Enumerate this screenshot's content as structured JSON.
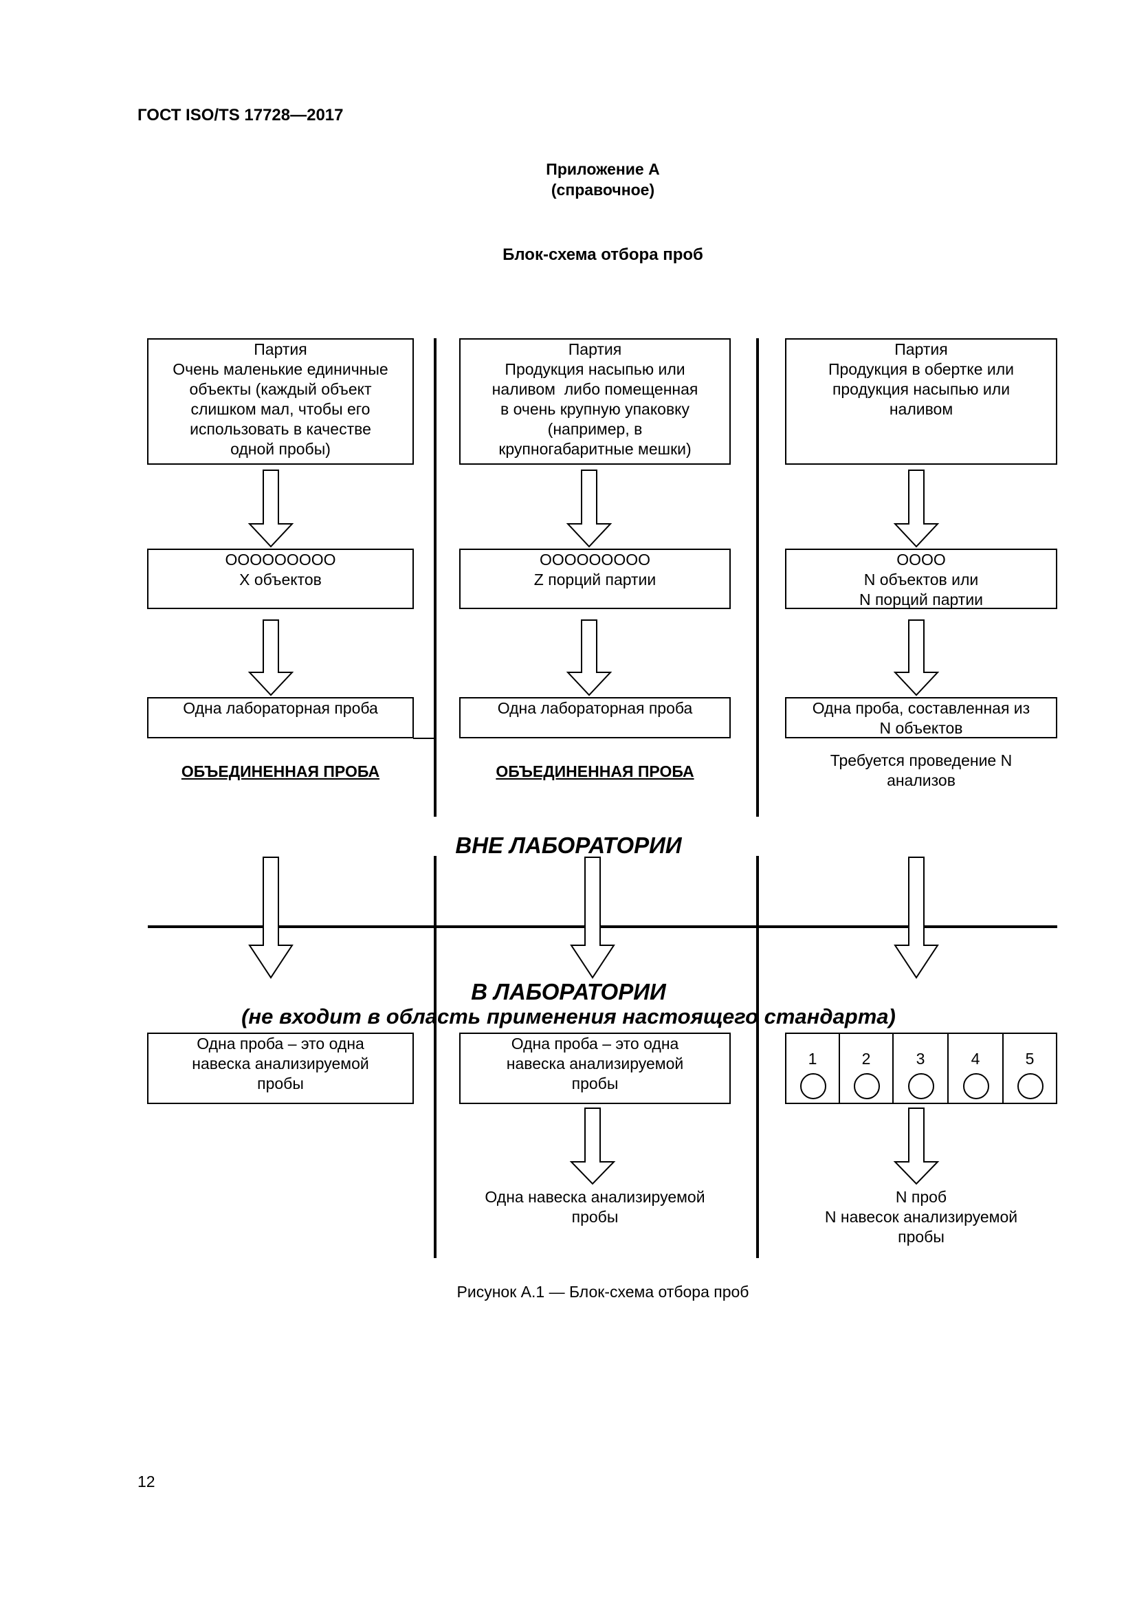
{
  "header": {
    "doc_id": "ГОСТ ISO/TS 17728—2017"
  },
  "annex": {
    "title": "Приложение А",
    "subtitle": "(справочное)"
  },
  "diagram_title": "Блок-схема отбора проб",
  "col1": {
    "lot": "Партия\nОчень маленькие единичные\nобъекты (каждый объект\nслишком мал, чтобы его\nиспользовать в качестве\nодной пробы)",
    "items": "ООООООООО\nХ объектов",
    "lab_sample": "Одна лабораторная проба",
    "note": "ОБЪЕДИНЕННАЯ ПРОБА",
    "in_lab": "Одна проба – это одна\nнавеска анализируемой\nпробы"
  },
  "col2": {
    "lot": "Партия\nПродукция насыпью или\nналивом  либо помещенная\nв очень крупную упаковку\n(например, в\nкрупногабаритные мешки)",
    "items": "ООООООООО\nZ порций партии",
    "lab_sample": "Одна лабораторная проба",
    "note": "ОБЪЕДИНЕННАЯ ПРОБА",
    "in_lab": "Одна проба – это одна\nнавеска анализируемой\nпробы",
    "result": "Одна навеска анализируемой\nпробы"
  },
  "col3": {
    "lot": "Партия\nПродукция в обертке или\nпродукция насыпью или\nналивом",
    "items": "ОООО\nN объектов или\nN порций партии",
    "lab_sample": "Одна проба, составленная из\nN объектов",
    "note": "Требуется проведение N\nанализов",
    "cells": [
      "1",
      "2",
      "3",
      "4",
      "5"
    ],
    "result": "N проб\nN навесок анализируемой\nпробы"
  },
  "outside_lab": "ВНЕ ЛАБОРАТОРИИ",
  "inside_lab": "В ЛАБОРАТОРИИ",
  "inside_lab_note": "(не входит в область применения настоящего стандарта)",
  "caption": "Рисунок А.1 — Блок-схема отбора проб",
  "page_number": "12"
}
